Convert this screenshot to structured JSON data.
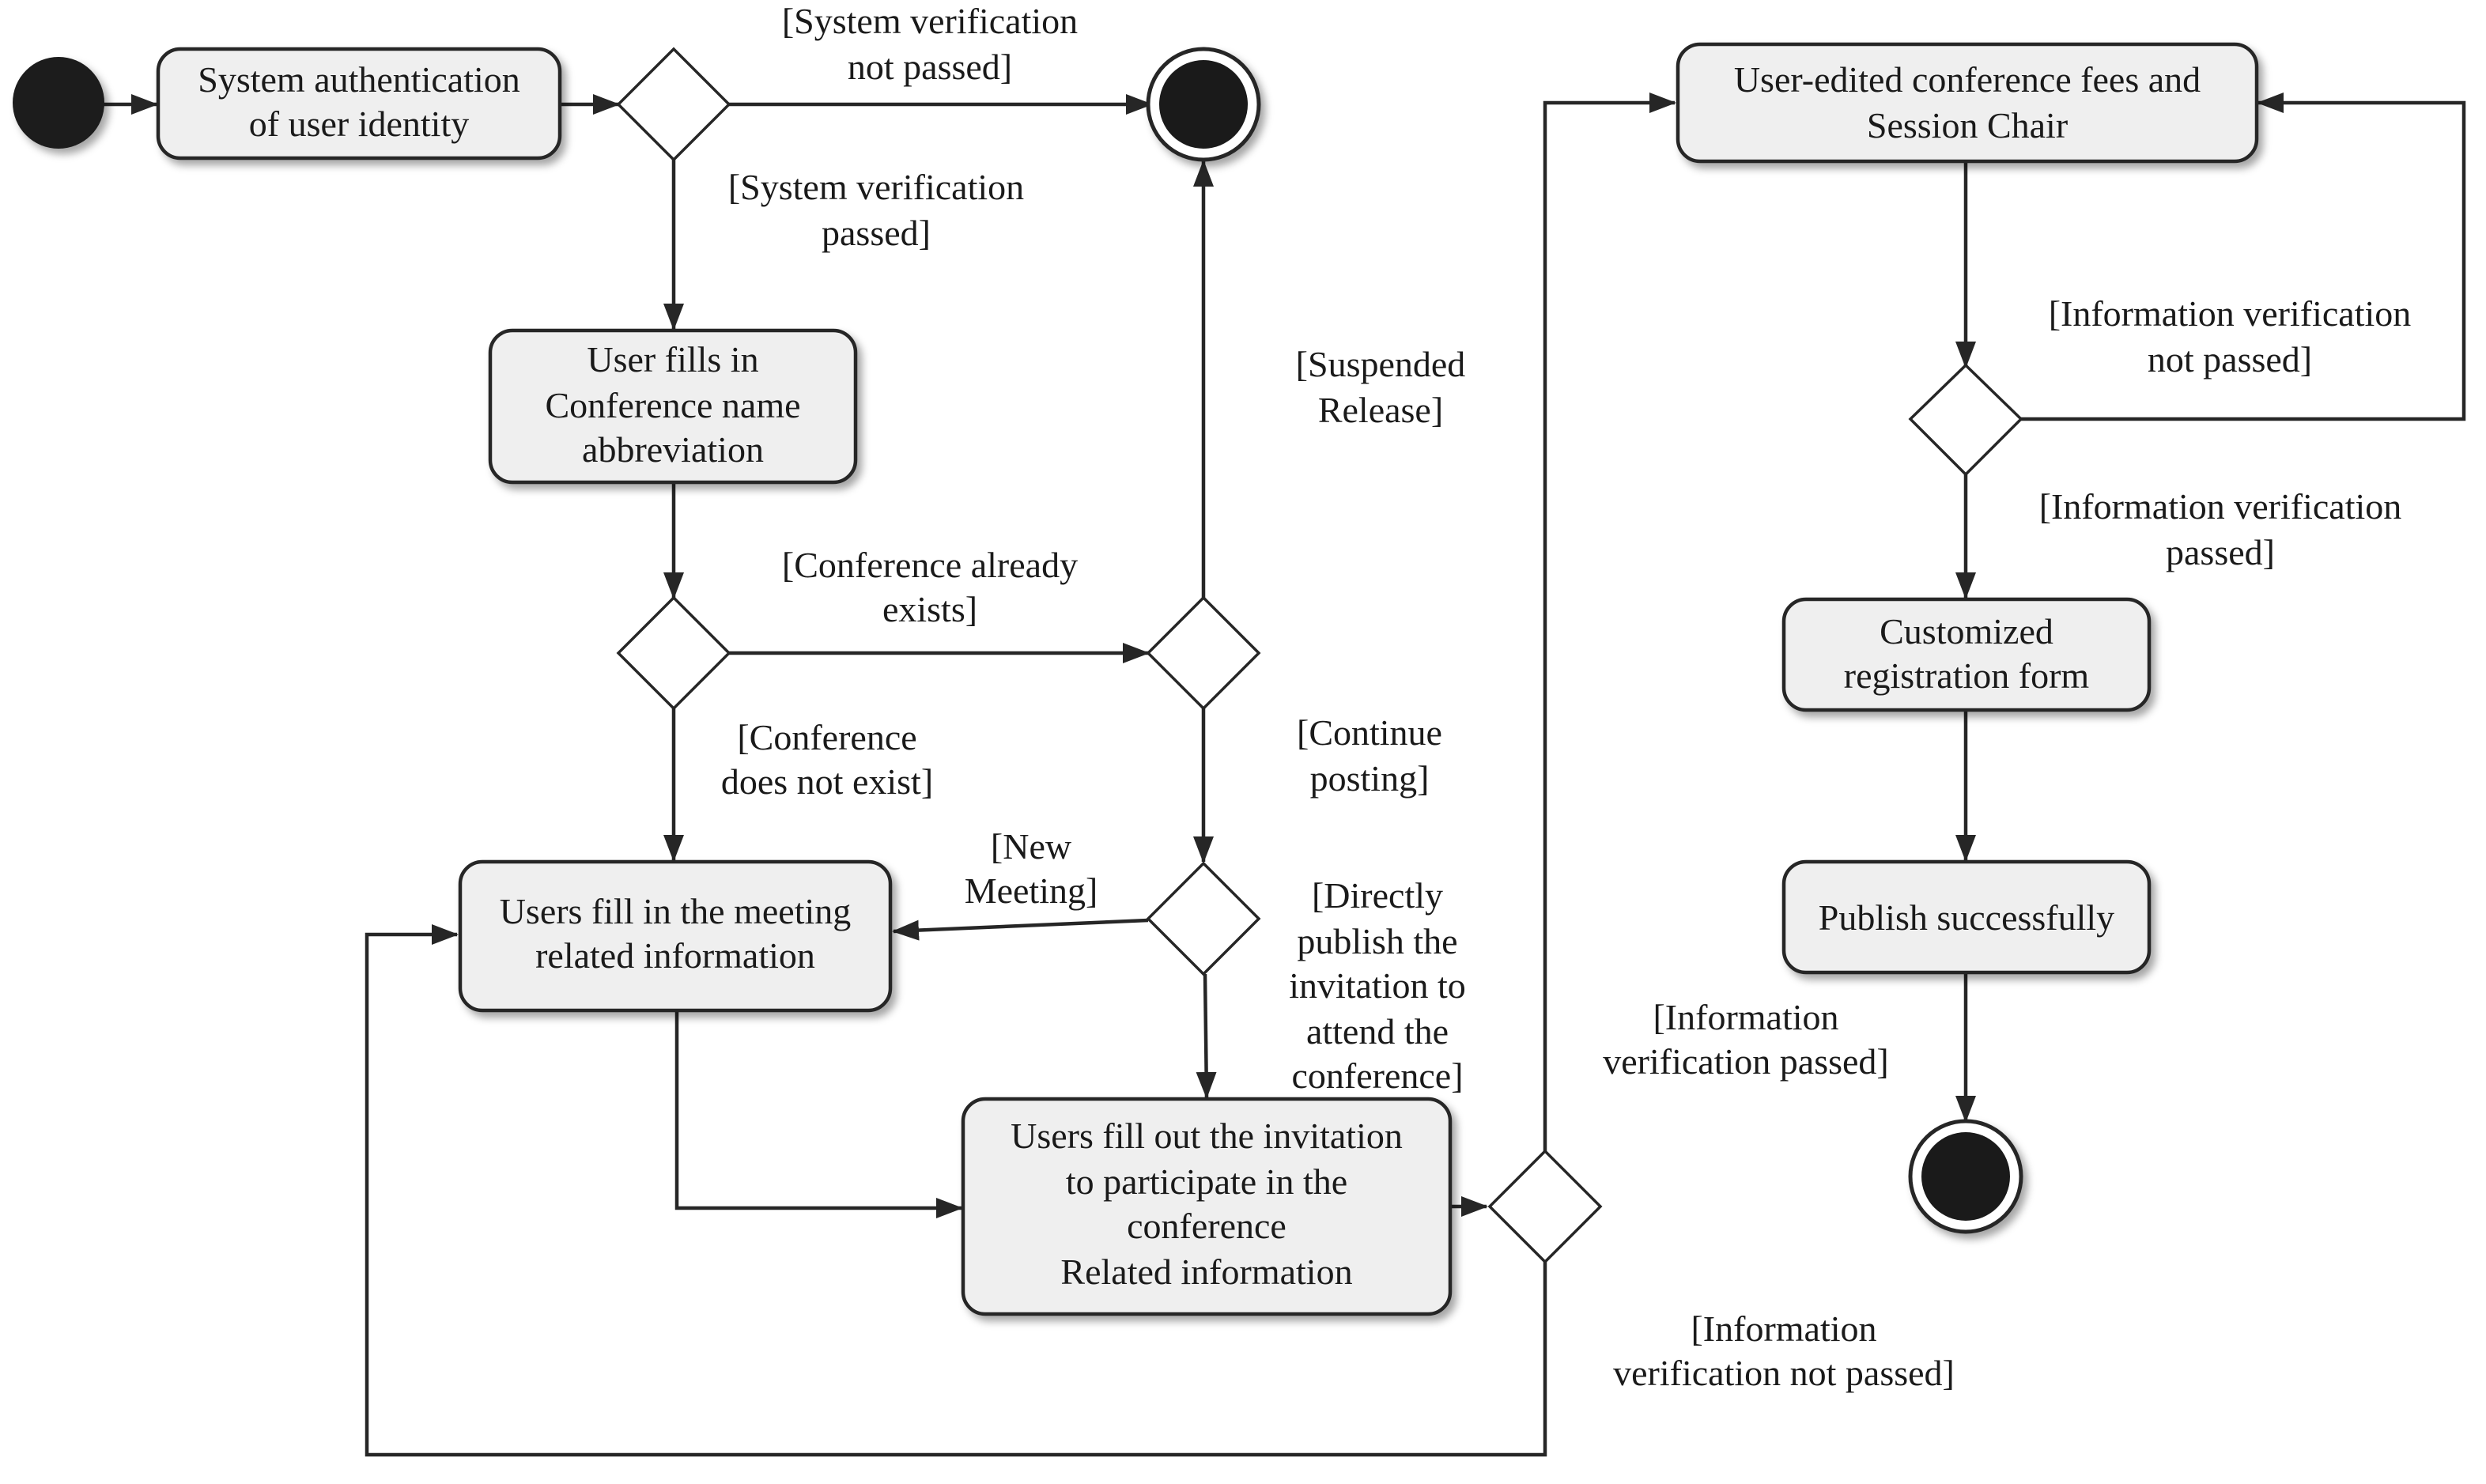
{
  "diagram": {
    "activities": {
      "auth": [
        "System authentication",
        "of user identity"
      ],
      "fill_abbrev": [
        "User fills in",
        "Conference name",
        "abbreviation"
      ],
      "meeting_info": [
        "Users fill in the meeting",
        "related information"
      ],
      "invitation": [
        "Users fill out the invitation",
        "to participate in the",
        "conference",
        "Related information"
      ],
      "fees": [
        "User-edited conference fees and",
        "Session Chair"
      ],
      "reg_form": [
        "Customized",
        "registration form"
      ],
      "publish": [
        "Publish successfully"
      ]
    },
    "guards": {
      "sys_not_passed": [
        "[System verification",
        "not passed]"
      ],
      "sys_passed": [
        "[System verification",
        "passed]"
      ],
      "suspended": [
        "[Suspended",
        "Release]"
      ],
      "conf_exists": [
        "[Conference already",
        "exists]"
      ],
      "conf_not_exist": [
        "[Conference",
        "does not exist]"
      ],
      "continue_posting": [
        "[Continue",
        "posting]"
      ],
      "new_meeting": [
        "[New",
        "Meeting]"
      ],
      "directly_publish": [
        "[Directly",
        "publish the",
        "invitation to",
        "attend the",
        "conference]"
      ],
      "info_passed_left": [
        "[Information",
        "verification passed]"
      ],
      "info_not_passed_bottom": [
        "[Information",
        "verification not passed]"
      ],
      "info_not_passed_right": [
        "[Information verification",
        "not passed]"
      ],
      "info_passed_right": [
        "[Information verification",
        "passed]"
      ]
    }
  }
}
